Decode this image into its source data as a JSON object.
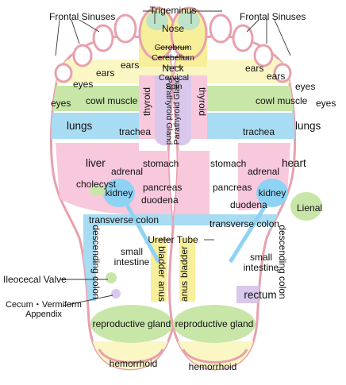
{
  "labels": {
    "frontal_sinuses_left": "Frontal Sinuses",
    "frontal_sinuses_right": "Frontal Sinuses",
    "trigeminus": "Trigeminus",
    "nose": "Nose",
    "cerebrum": "Cerebrum",
    "cerebellum": "Cerebellum",
    "neck": "Neck",
    "cervical_spin": "Cervical Spin",
    "ears_l1": "ears",
    "ears_l2": "ears",
    "ears_r1": "ears",
    "ears_r2": "ears",
    "eyes_l1": "eyes",
    "eyes_l2": "eyes",
    "eyes_r1": "eyes",
    "eyes_r2": "eyes",
    "cowl_muscle_l": "cowl muscle",
    "cowl_muscle_r": "cowl muscle",
    "thyroid_l": "thyroid",
    "thyroid_r": "thyroid",
    "parathyroid_gland_l": "Parathyroid Gland",
    "parathyroid_gland_r": "Parathyroid Gland",
    "lungs_l": "lungs",
    "lungs_r": "lungs",
    "trachea_l": "trachea",
    "trachea_r": "trachea",
    "liver": "liver",
    "heart": "heart",
    "adrenal_l": "adrenal",
    "adrenal_r": "adrenal",
    "stomach_l": "stomach",
    "stomach_r": "stomach",
    "cholecyst": "cholecyst",
    "kidney_l": "kidney",
    "kidney_r": "kidney",
    "pancreas_l": "pancreas",
    "pancreas_r": "pancreas",
    "duodena_l": "duodena",
    "duodena_r": "duodena",
    "lienal": "Lienal",
    "transverse_colon_l": "transverse colon",
    "transverse_colon_r": "transverse colon",
    "ureter_tube": "Ureter Tube",
    "descending_colon_l": "descending colon",
    "descending_colon_r": "descending colon",
    "small_intestine_l": "small intestine",
    "small_intestine_r": "small intestine",
    "bladder_l": "bladder",
    "bladder_r": "bladder",
    "ileocecal_valve": "Ileocecal Valve",
    "anus_l": "anus",
    "anus_r": "anus",
    "rectum": "rectum",
    "cecum": "Cecum・Vermiform Appendix",
    "reproductive_gland_l": "reproductive gland",
    "reproductive_gland_r": "reproductive gland",
    "hemorrhoid_l": "hemorrhoid",
    "hemorrhoid_r": "hemorrhoid"
  },
  "colors": {
    "outline": "#e8a0ad",
    "sole": "#ffffff",
    "toe_tip": "#bfe3c8",
    "pink": "#f8c8dc",
    "yellow": "#f7ef9a",
    "green": "#c8e6a8",
    "blue": "#a8dcf2",
    "lavender": "#d9c8ec",
    "kidney": "#8fd3f4",
    "light_yellow": "#fbf7c4"
  }
}
